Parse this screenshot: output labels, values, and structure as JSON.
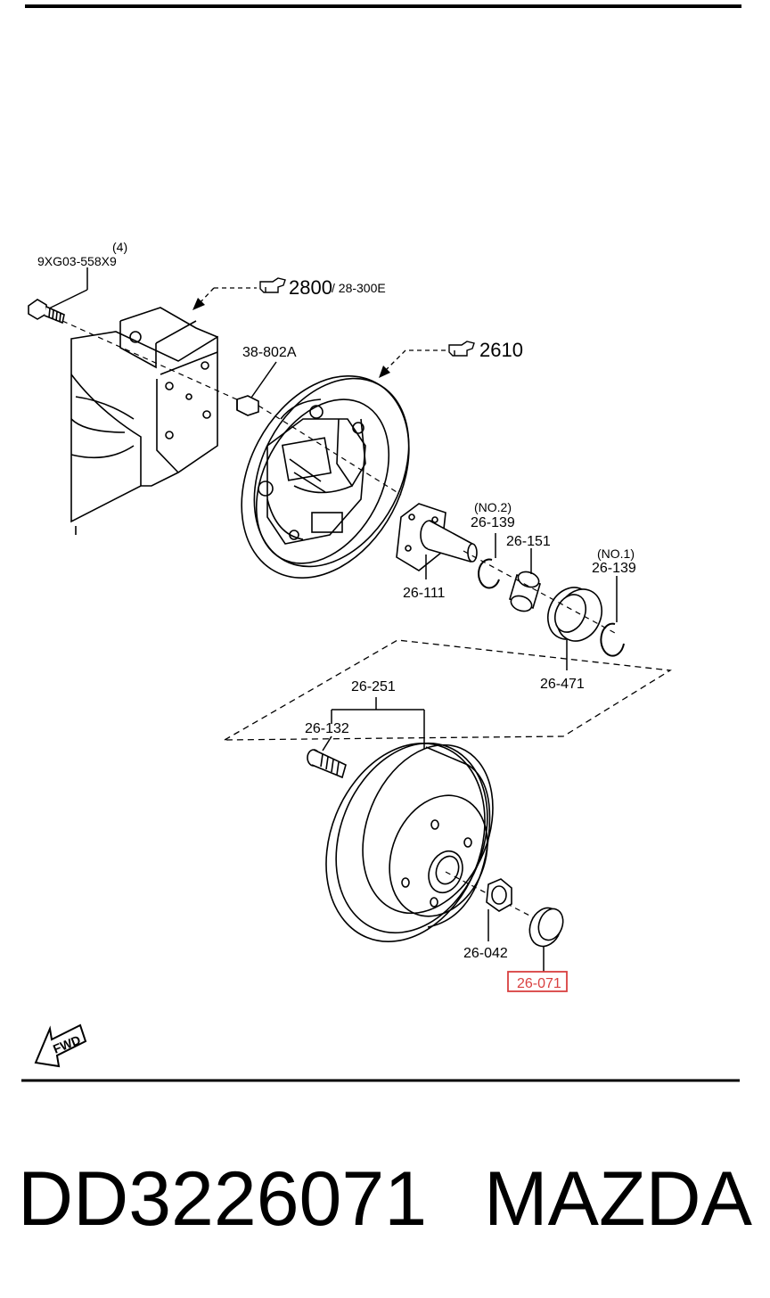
{
  "labels": {
    "bolt_qty": "(4)",
    "bolt_part": "9XG03-558X9",
    "ref_2800": "2800",
    "ref_28300e": "/ 28-300E",
    "part_38802a": "38-802A",
    "ref_2610": "2610",
    "no2": "(NO.2)",
    "part_26139_no2": "26-139",
    "part_26151": "26-151",
    "no1": "(NO.1)",
    "part_26139_no1": "26-139",
    "part_26111": "26-111",
    "part_26471": "26-471",
    "part_26251": "26-251",
    "part_26132": "26-132",
    "part_26042": "26-042",
    "part_26071": "26-071",
    "fwd": "FWD"
  },
  "footer": {
    "part_number": "DD3226071",
    "brand": "MAZDA"
  },
  "colors": {
    "line": "#000000",
    "highlight": "#d94040"
  }
}
